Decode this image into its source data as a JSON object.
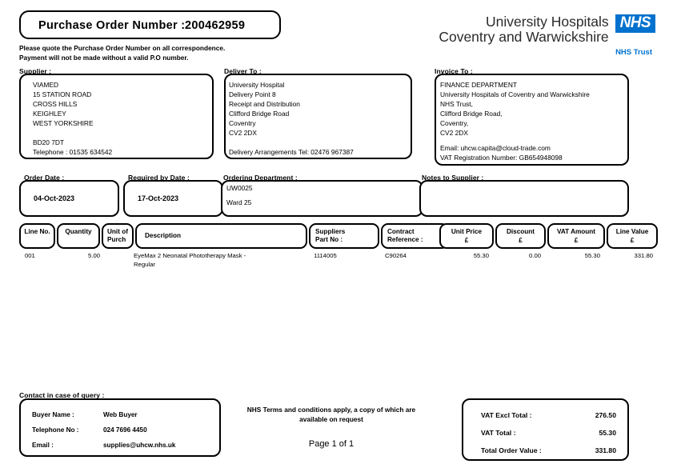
{
  "header": {
    "po_label": "Purchase Order Number :",
    "po_number": "200462959",
    "quote_note_line1": "Please quote the Purchase Order Number on all correspondence.",
    "quote_note_line2": "Payment will not be made without a valid P.O number.",
    "logo": {
      "line1": "University Hospitals",
      "line2": "Coventry and Warwickshire",
      "badge": "NHS",
      "trust": "NHS Trust",
      "brand_color": "#0072CE"
    }
  },
  "supplier": {
    "label": "Supplier :",
    "lines": [
      "VIAMED",
      "15 STATION ROAD",
      "CROSS HILLS",
      "KEIGHLEY",
      "WEST YORKSHIRE"
    ],
    "postcode": "BD20 7DT",
    "telephone": "Telephone : 01535 634542"
  },
  "deliver_to": {
    "label": "Deliver To :",
    "lines": [
      "University Hospital",
      "Delivery Point 8",
      "Receipt and Distribution",
      "Clifford Bridge Road",
      "Coventry",
      "CV2 2DX"
    ],
    "arrangements": "Delivery Arrangements Tel: 02476 967387"
  },
  "invoice_to": {
    "label": "Invoice To :",
    "lines": [
      "FINANCE DEPARTMENT",
      "University Hospitals of Coventry and Warwickshire",
      "NHS Trust,",
      "Clifford Bridge Road,",
      "Coventry,",
      "CV2 2DX"
    ],
    "email": "Email: uhcw.capita@cloud-trade.com",
    "vat_registration": "VAT Registration Number: GB654948098"
  },
  "order_meta": {
    "order_date_label": "Order Date :",
    "order_date": "04-Oct-2023",
    "required_by_label": "Required by Date :",
    "required_by": "17-Oct-2023",
    "ordering_department_label": "Ordering Department :",
    "ordering_department_code": "UW0025",
    "ordering_department_name": "Ward 25",
    "notes_label": "Notes to Supplier :",
    "notes_value": ""
  },
  "items_table": {
    "columns": [
      {
        "label": "Line No.",
        "currency": ""
      },
      {
        "label": "Quantity",
        "currency": ""
      },
      {
        "label": "Unit of\nPurch",
        "currency": ""
      },
      {
        "label": "Description",
        "currency": ""
      },
      {
        "label": "Suppliers\nPart No :",
        "currency": ""
      },
      {
        "label": "Contract\nReference :",
        "currency": ""
      },
      {
        "label": "Unit Price",
        "currency": "£"
      },
      {
        "label": "Discount",
        "currency": "£"
      },
      {
        "label": "VAT Amount",
        "currency": "£"
      },
      {
        "label": "Line Value",
        "currency": "£"
      }
    ],
    "rows": [
      {
        "line_no": "001",
        "quantity": "5.00",
        "unit_of_purchase": "",
        "description_line1": "EyeMax 2 Neonatal Phototherapy Mask -",
        "description_line2": "Regular",
        "suppliers_part_no": "1114005",
        "contract_reference": "C90264",
        "unit_price": "55.30",
        "discount": "0.00",
        "vat_amount": "55.30",
        "line_value": "331.80"
      }
    ]
  },
  "contact": {
    "label": "Contact in case of query :",
    "buyer_name_label": "Buyer Name :",
    "buyer_name": "Web Buyer",
    "telephone_label": "Telephone No :",
    "telephone": "024 7696 4450",
    "email_label": "Email :",
    "email": "supplies@uhcw.nhs.uk"
  },
  "footer": {
    "terms_line1": "NHS Terms and conditions apply, a copy of which are",
    "terms_line2": "available on request",
    "page": "Page 1 of 1"
  },
  "totals": {
    "vat_excl_label": "VAT Excl Total :",
    "vat_excl_value": "276.50",
    "vat_total_label": "VAT Total :",
    "vat_total_value": "55.30",
    "order_value_label": "Total Order Value :",
    "order_value": "331.80"
  }
}
